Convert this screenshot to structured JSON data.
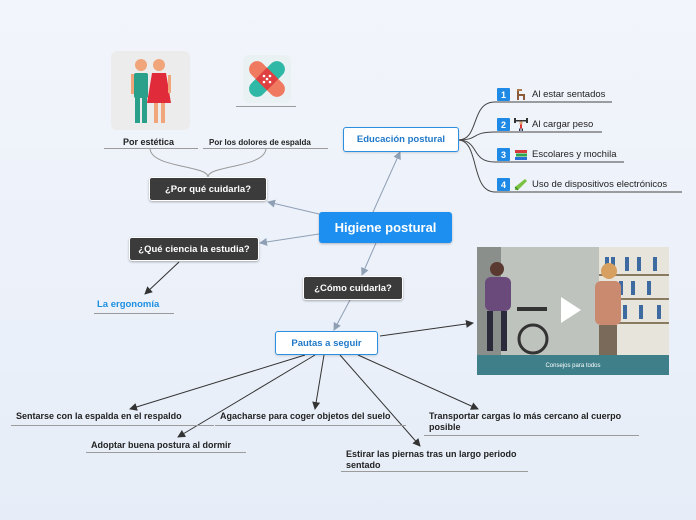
{
  "central": {
    "label": "Higiene postural"
  },
  "branches": {
    "education": {
      "label": "Educación postural",
      "items": [
        {
          "number": "1",
          "label": "Al estar sentados",
          "icon": "chair-icon"
        },
        {
          "number": "2",
          "label": "Al cargar peso",
          "icon": "weightlifter-icon"
        },
        {
          "number": "3",
          "label": "Escolares y mochila",
          "icon": "books-icon"
        },
        {
          "number": "4",
          "label": "Uso de dispositivos electrónicos",
          "icon": "phone-icon"
        }
      ]
    },
    "why": {
      "label": "¿Por qué cuidarla?",
      "items": [
        {
          "label": "Por estética",
          "icon": "people-icon"
        },
        {
          "label": "Por los dolores de espalda",
          "icon": "bandage-icon"
        }
      ]
    },
    "science": {
      "label": "¿Qué ciencia la estudia?",
      "answer": "La ergonomía"
    },
    "how": {
      "label": "¿Cómo cuidarla?",
      "guidelines": {
        "label": "Pautas a seguir",
        "items": [
          "Sentarse con la espalda en el respaldo",
          "Adoptar buena postura al dormir",
          "Agacharse para coger objetos del suelo",
          "Estirar las piernas tras un largo periodo sentado",
          "Transportar cargas lo más cercano al cuerpo posible"
        ],
        "video_caption": "Consejos para todos"
      }
    }
  },
  "colors": {
    "central": "#1d8ff0",
    "dark_node": "#3b3b3b",
    "light_border": "#2d8fe0",
    "number_badge": "#1e8ae6",
    "link": "#1d8fe0"
  }
}
